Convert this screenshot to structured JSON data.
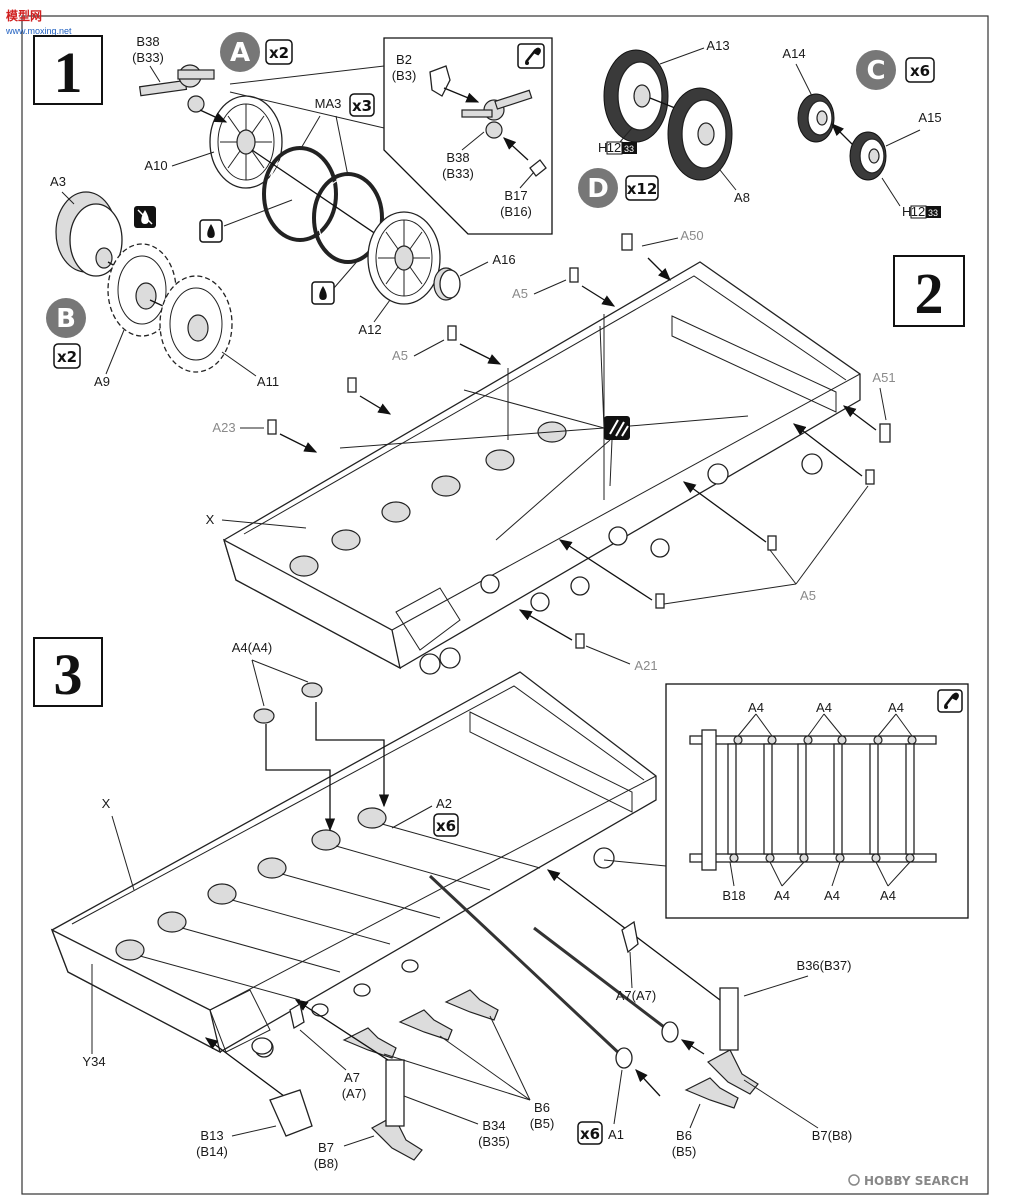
{
  "watermark": {
    "top_left": "模型网",
    "top_left_sub": "www.moxing.net",
    "bottom_right": "HOBBY SEARCH"
  },
  "steps": [
    {
      "number": "1"
    },
    {
      "number": "2"
    },
    {
      "number": "3"
    }
  ],
  "step1": {
    "callouts": [
      {
        "letter": "A",
        "qty": "x2"
      },
      {
        "letter": "B",
        "qty": "x2"
      },
      {
        "letter": "C",
        "qty": "x6"
      },
      {
        "letter": "D",
        "qty": "x12"
      }
    ],
    "labels": {
      "b38_left": "B38",
      "b33_left": "(B33)",
      "a10": "A10",
      "ma3": "MA3",
      "ma3_qty": "x3",
      "a3": "A3",
      "a9": "A9",
      "a11": "A11",
      "a12": "A12",
      "a16": "A16",
      "b2": "B2",
      "b3": "(B3)",
      "b38_box": "B38",
      "b33_box": "(B33)",
      "b17": "B17",
      "b16": "(B16)",
      "a13": "A13",
      "a8": "A8",
      "a14": "A14",
      "a15": "A15",
      "paint_h": "H",
      "paint_12": "12",
      "paint_33": "33"
    }
  },
  "step2": {
    "labels": {
      "a50": "A50",
      "a5_1": "A5",
      "a5_2": "A5",
      "a5_3": "A5",
      "a51": "A51",
      "a23": "A23",
      "x": "X",
      "a21": "A21"
    }
  },
  "step3": {
    "labels": {
      "a4_top": "A4(A4)",
      "x": "X",
      "a2": "A2",
      "a2_qty": "x6",
      "y34": "Y34",
      "a7_right": "A7(A7)",
      "b36": "B36(B37)",
      "a7_left_1": "A7",
      "a7_left_2": "(A7)",
      "b6_mid_1": "B6",
      "b6_mid_2": "(B5)",
      "b13": "B13",
      "b14": "(B14)",
      "b7_left": "B7",
      "b8_left": "(B8)",
      "b34": "B34",
      "b35": "(B35)",
      "a1_qty": "x6",
      "a1": "A1",
      "b6_right_1": "B6",
      "b6_right_2": "(B5)",
      "b7_right": "B7(B8)"
    },
    "inset": {
      "a4": "A4",
      "b18": "B18"
    }
  }
}
